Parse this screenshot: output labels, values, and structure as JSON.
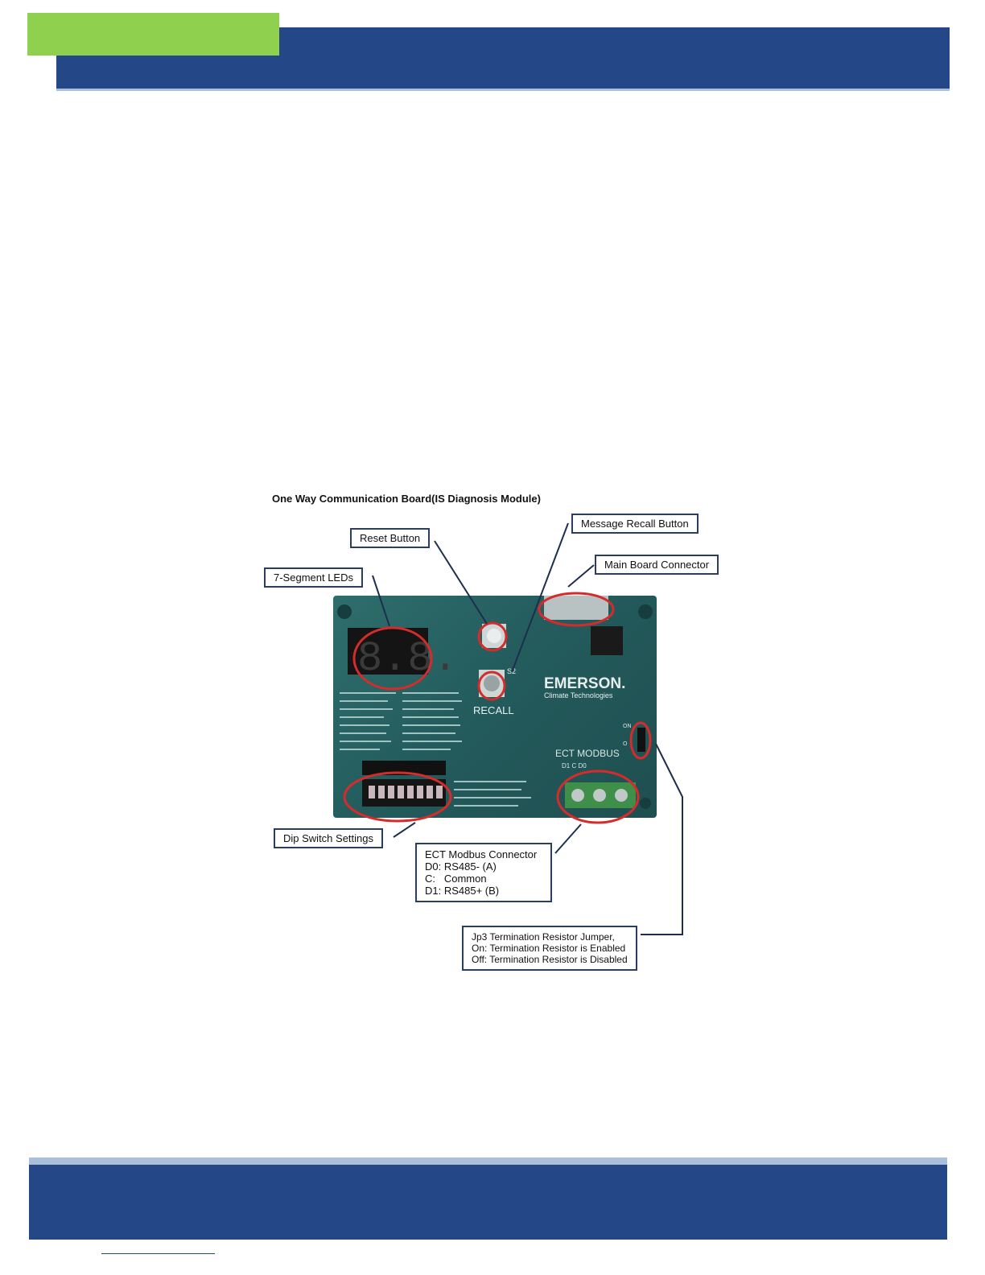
{
  "figure": {
    "title": "One Way Communication Board(IS Diagnosis Module)",
    "callouts": {
      "reset": "Reset Button",
      "message_recall": "Message Recall Button",
      "main_board": "Main Board Connector",
      "seven_segment": "7-Segment LEDs",
      "dip_switch": "Dip Switch Settings",
      "ect_modbus": "ECT Modbus Connector\nD0: RS485- (A)\nC:   Common\nD1: RS485+ (B)",
      "jp3": "Jp3 Termination Resistor Jumper,\nOn: Termination Resistor is Enabled\nOff: Termination Resistor is Disabled"
    },
    "board": {
      "brand": "EMERSON.",
      "brand_sub": "Climate Technologies",
      "recall_label": "RECALL",
      "s2_label": "S2",
      "ect_label": "ECT MODBUS",
      "terminal_labels": "D1   C   D0",
      "jp_on": "ON",
      "jp_off": "O",
      "led_digits": "8.8."
    }
  },
  "colors": {
    "header_blue": "#244887",
    "header_tab_green": "#8fd14f",
    "accent_light_blue": "#a9bfdc",
    "highlight_red": "#d62b2b",
    "board_green": "#2a6564"
  }
}
